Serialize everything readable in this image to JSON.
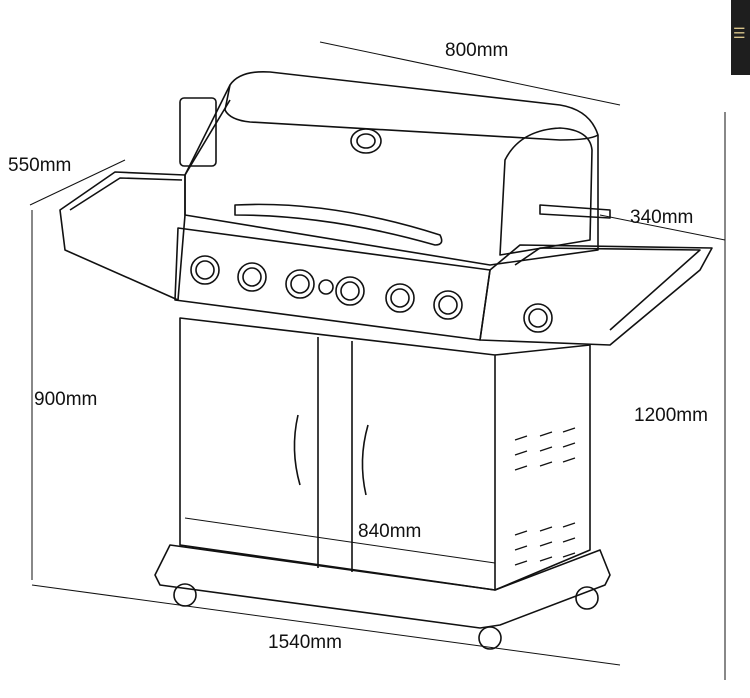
{
  "dimensions": {
    "lid_width": "800mm",
    "depth": "550mm",
    "side_burner_depth": "340mm",
    "work_height": "900mm",
    "total_height": "1200mm",
    "cabinet_width": "840mm",
    "total_width": "1540mm"
  },
  "corner_icon": "menu-icon",
  "colors": {
    "line": "#111111",
    "corner_bg": "#1e1e1e",
    "corner_icon": "#d8c48a"
  }
}
